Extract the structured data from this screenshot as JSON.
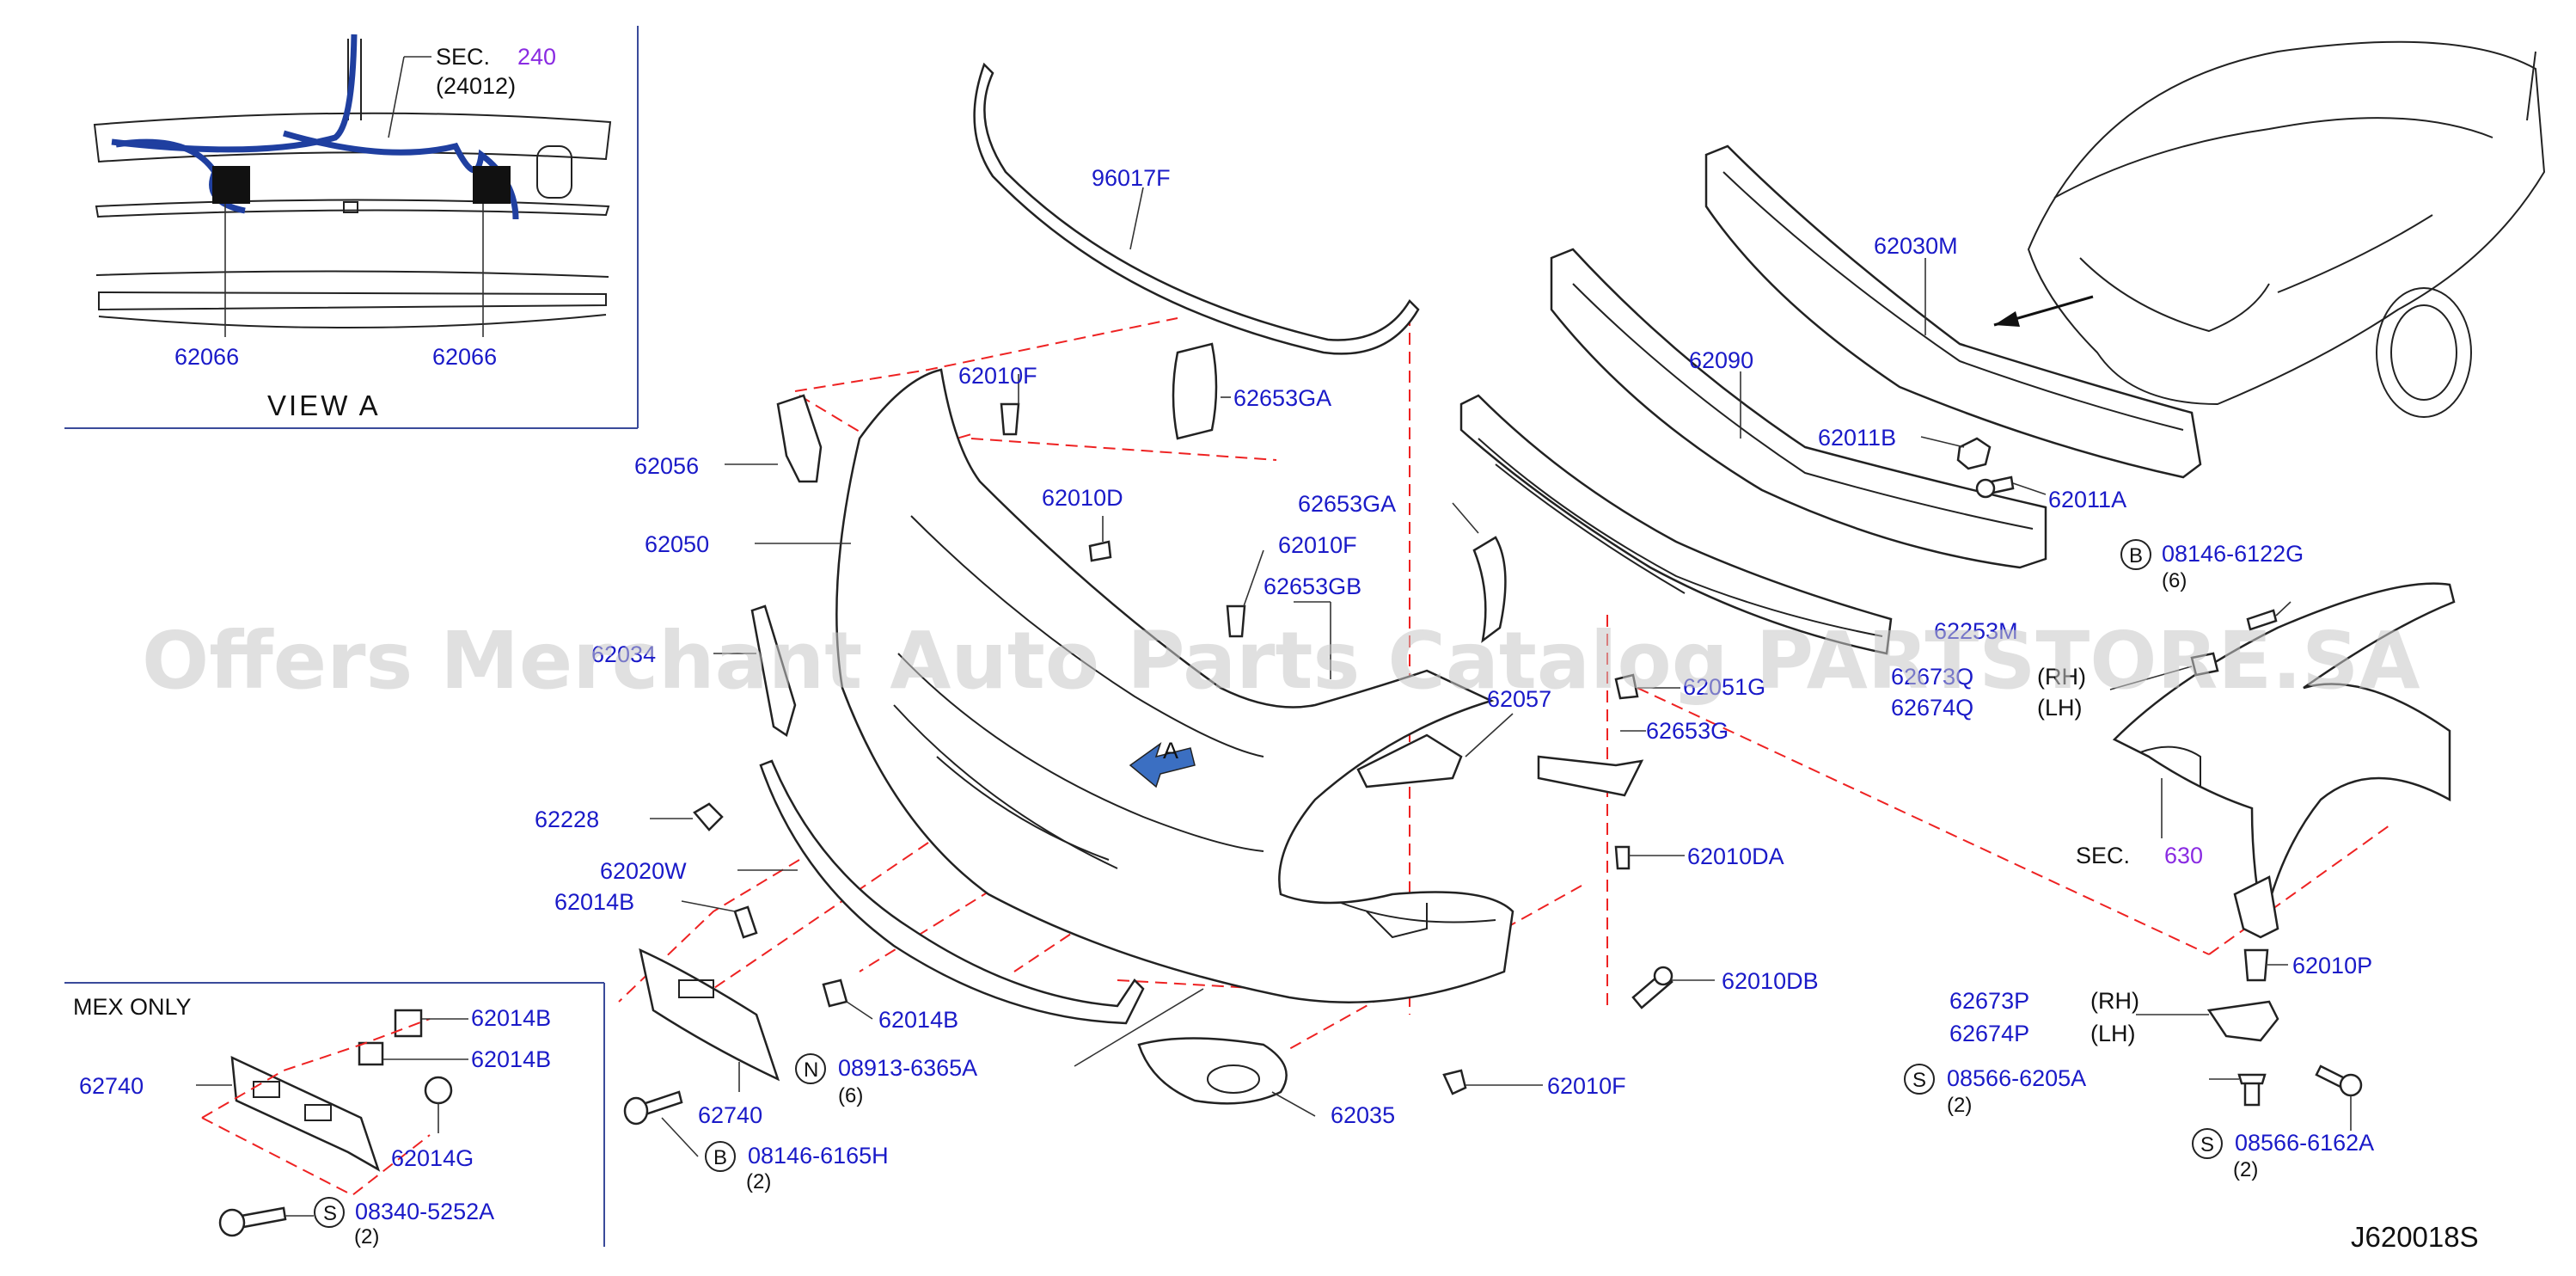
{
  "diagram": {
    "code": "J620018S",
    "watermark": "Offers Merchant Auto Parts Catalog PARTSTORE.SA",
    "view_a": {
      "sec_label": "SEC.",
      "sec_num": "240",
      "sec_sub": "(24012)",
      "left_part": "62066",
      "right_part": "62066",
      "title": "VIEW   A"
    },
    "arrow_a": "A",
    "mex_only": "MEX   ONLY",
    "labels": {
      "p96017F": "96017F",
      "p62653GA_1": "62653GA",
      "p62653GA_2": "62653GA",
      "p62653GB": "62653GB",
      "p62010F_1": "62010F",
      "p62010F_2": "62010F",
      "p62010F_3": "62010F",
      "p62010D": "62010D",
      "p62056": "62056",
      "p62050": "62050",
      "p62034": "62034",
      "p62228": "62228",
      "p62020W": "62020W",
      "p62014B_1": "62014B",
      "p62014B_2": "62014B",
      "p62014B_3": "62014B",
      "p62014B_4": "62014B",
      "p62014G": "62014G",
      "p62740_1": "62740",
      "p62740_2": "62740",
      "p62035": "62035",
      "p62057": "62057",
      "p62051G": "62051G",
      "p62653G": "62653G",
      "p62010DA": "62010DA",
      "p62010DB": "62010DB",
      "p62030M": "62030M",
      "p62090": "62090",
      "p62011B": "62011B",
      "p62011A": "62011A",
      "p62010P": "62010P",
      "p62253M": "62253M",
      "p62673Q": "62673Q",
      "p62674Q": "62674Q",
      "p62673P": "62673P",
      "p62674P": "62674P",
      "rh_1": "(RH)",
      "lh_1": "(LH)",
      "rh_2": "(RH)",
      "lh_2": "(LH)",
      "sec630_label": "SEC.",
      "sec630_num": "630"
    },
    "fasteners": {
      "b1_letter": "B",
      "b1_part": "08146-6122G",
      "b1_qty": "(6)",
      "n1_letter": "N",
      "n1_part": "08913-6365A",
      "n1_qty": "(6)",
      "b2_letter": "B",
      "b2_part": "08146-6165H",
      "b2_qty": "(2)",
      "s1_letter": "S",
      "s1_part": "08340-5252A",
      "s1_qty": "(2)",
      "s2_letter": "S",
      "s2_part": "08566-6205A",
      "s2_qty": "(2)",
      "s3_letter": "S",
      "s3_part": "08566-6162A",
      "s3_qty": "(2)"
    }
  }
}
